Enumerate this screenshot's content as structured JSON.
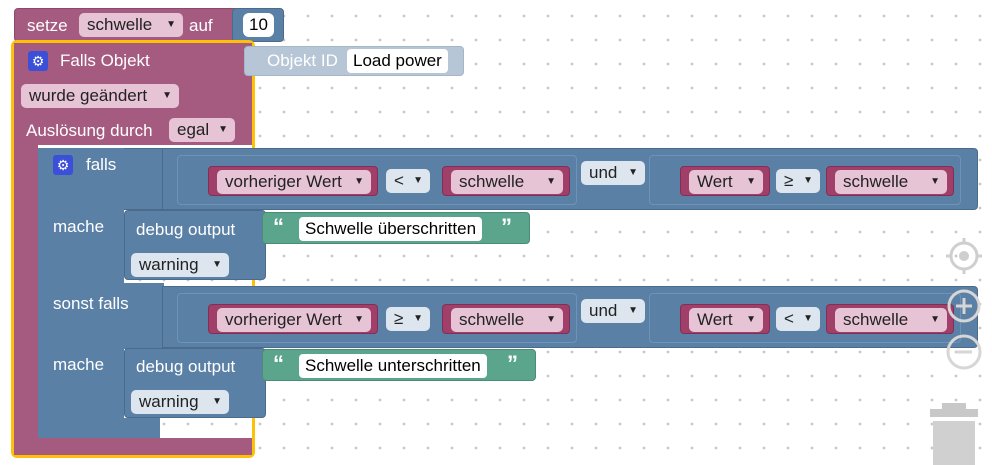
{
  "set_block": {
    "label_setze": "setze",
    "variable": "schwelle",
    "label_auf": "auf",
    "value": "10"
  },
  "trigger": {
    "title": "Falls Objekt",
    "objekt_label": "Objekt ID",
    "objekt_value": "Load power",
    "event": "wurde geändert",
    "ausloesung_label": "Auslösung durch",
    "ausloesung_value": "egal"
  },
  "if_block": {
    "falls": "falls",
    "mache": "mache",
    "sonst_falls": "sonst falls",
    "cond1": {
      "left_a": "vorheriger Wert",
      "op_a": "<",
      "right_a": "schwelle",
      "logic": "und",
      "left_b": "Wert",
      "op_b": "≥",
      "right_b": "schwelle"
    },
    "cond2": {
      "left_a": "vorheriger Wert",
      "op_a": "≥",
      "right_a": "schwelle",
      "logic": "und",
      "left_b": "Wert",
      "op_b": "<",
      "right_b": "schwelle"
    },
    "debug1": {
      "label": "debug output",
      "quote_open": "“",
      "quote_close": "”",
      "text": "Schwelle überschritten",
      "level": "warning"
    },
    "debug2": {
      "label": "debug output",
      "quote_open": "“",
      "quote_close": "”",
      "text": "Schwelle unterschritten",
      "level": "warning"
    }
  },
  "colors": {
    "logic": "#5b80a5",
    "event": "#a55b80",
    "text": "#5ba58c",
    "highlight": "#ffc107"
  },
  "icons": [
    "gear-icon",
    "dropdown-arrow-icon",
    "recenter-icon",
    "zoom-in-icon",
    "zoom-out-icon",
    "trash-icon"
  ],
  "dropdown_arrow": "▼"
}
